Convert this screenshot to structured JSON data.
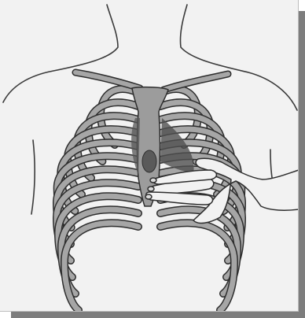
{
  "figure": {
    "subject": "chest-palpation",
    "colors": {
      "panel_bg": "#f2f2f2",
      "bone_fill": "#a6a6a6",
      "bone_stroke": "#2e2e2e",
      "sternum_fill": "#9c9c9c",
      "heart_dark": "#4f4f4f",
      "outline": "#3a3a3a",
      "shadow": "#7d7d7d"
    },
    "icons": [
      "torso-outline",
      "rib-cage",
      "sternum",
      "heart",
      "hand"
    ]
  }
}
